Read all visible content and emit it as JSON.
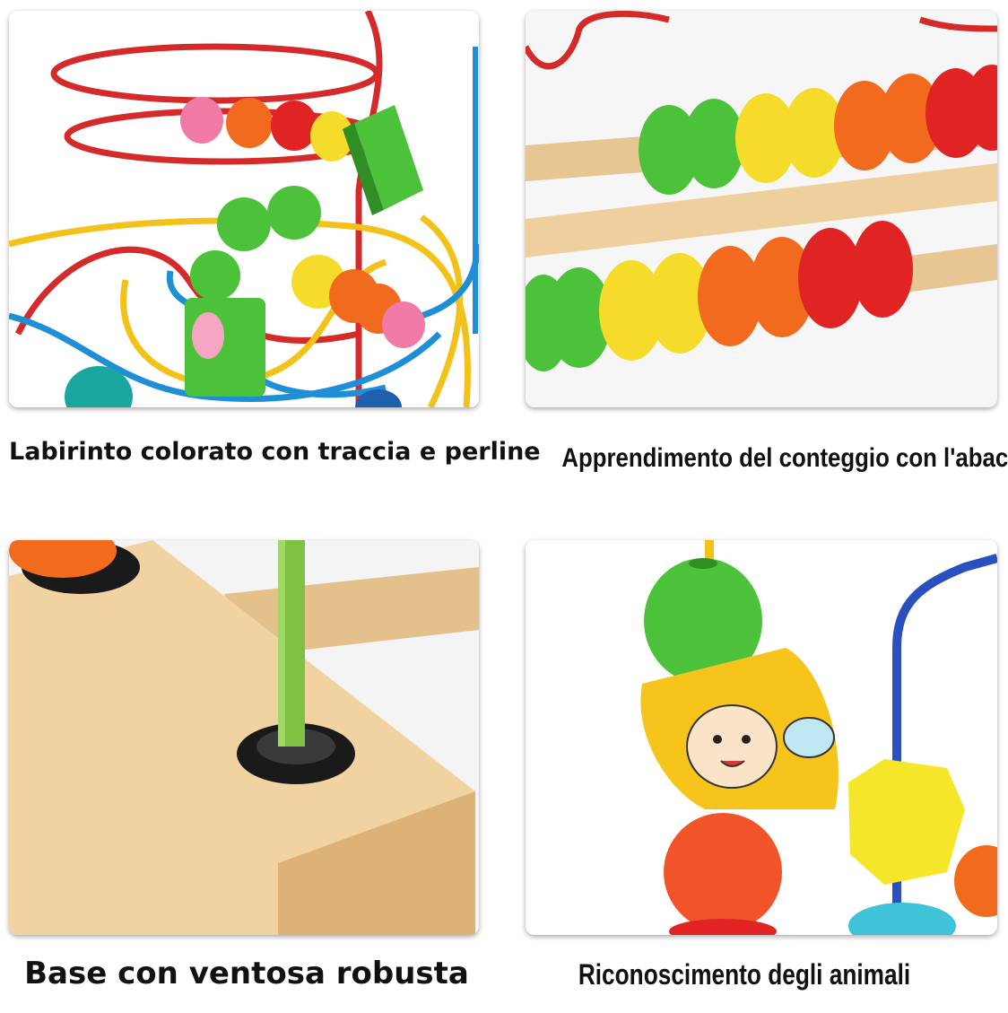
{
  "panels": [
    {
      "caption": "Labirinto colorato con traccia e perline",
      "scene": "bead-maze"
    },
    {
      "caption": "Apprendimento del conteggio con l'abaco",
      "scene": "abacus"
    },
    {
      "caption": "Base con ventosa robusta",
      "scene": "suction-base"
    },
    {
      "caption": "Riconoscimento degli animali",
      "scene": "bee-bead"
    }
  ],
  "colors": {
    "wire_red": "#d42a2a",
    "wire_yellow": "#f2c21a",
    "wire_blue": "#1e8fd6",
    "bead_green": "#4cc23a",
    "bead_yellow": "#f6dc2a",
    "bead_orange": "#f26a1e",
    "bead_red": "#e02424",
    "bead_pink": "#f27aa6",
    "bead_teal": "#1aa6a0",
    "wood": "#f1d3a2"
  }
}
